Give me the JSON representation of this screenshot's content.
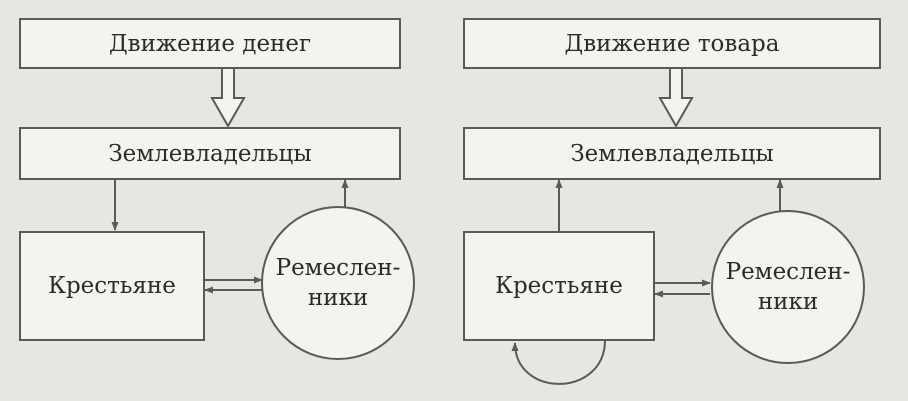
{
  "left": {
    "title": "Движение денег",
    "landowners": "Землевладельцы",
    "peasants": "Крестьяне",
    "artisans_line1": "Ремеслен-",
    "artisans_line2": "ники"
  },
  "right": {
    "title": "Движение товара",
    "landowners": "Землевладельцы",
    "peasants": "Крестьяне",
    "artisans_line1": "Ремеслен-",
    "artisans_line2": "ники"
  },
  "colors": {
    "background": "#e8e6e1",
    "box_fill": "#f4f3ef",
    "stroke": "#5a5a5a",
    "text": "#2b2b2b"
  }
}
